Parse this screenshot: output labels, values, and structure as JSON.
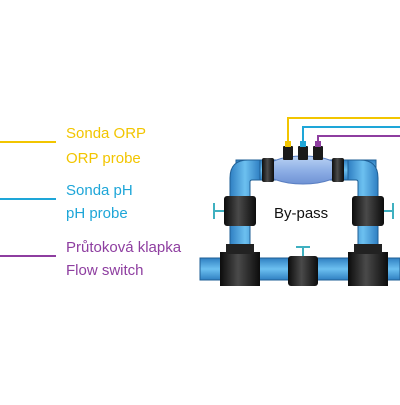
{
  "legend": [
    {
      "line1": "Sonda ORP",
      "line2": "ORP probe",
      "color": "#f2c500"
    },
    {
      "line1": "Sonda pH",
      "line2": "pH probe",
      "color": "#1ea6d8"
    },
    {
      "line1": "Průtoková klapka",
      "line2": "Flow switch",
      "color": "#8e3ea0"
    }
  ],
  "diagram": {
    "bypass_label": "By-pass",
    "pipe_color": "#4aa6e0",
    "pipe_edge_color": "#1f5f95",
    "fitting_color": "#1a1a1a",
    "valve_handle_color": "#3fb0c0",
    "chamber_color": "#8fb6ea"
  }
}
